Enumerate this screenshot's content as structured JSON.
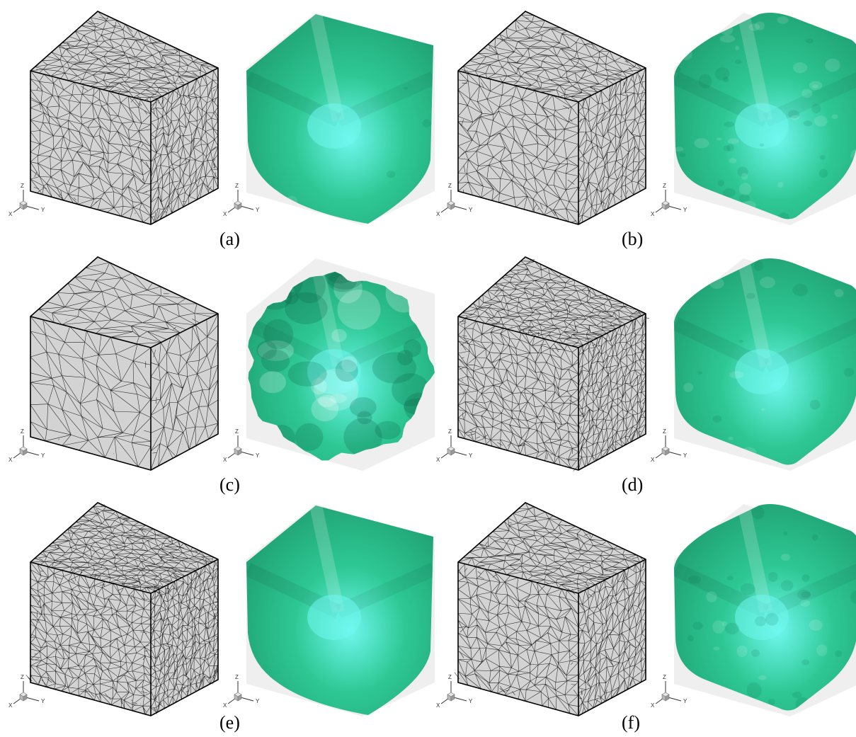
{
  "colors": {
    "mesh_face": "#d3d3d3",
    "mesh_line": "#111111",
    "surface_base": "#2ec894",
    "surface_highlight": "#6ff7ee",
    "surface_shadow": "#1f9f72",
    "backdrop": "#efefef"
  },
  "axis_labels": {
    "x": "X",
    "y": "Y",
    "z": "Z"
  },
  "panels": [
    {
      "caption": "(a)",
      "mesh_density": 0.75,
      "surface": "smooth-concave"
    },
    {
      "caption": "(b)",
      "mesh_density": 0.65,
      "surface": "bumpy"
    },
    {
      "caption": "(c)",
      "mesh_density": 0.3,
      "surface": "irregular"
    },
    {
      "caption": "(d)",
      "mesh_density": 0.9,
      "surface": "smooth-rounded"
    },
    {
      "caption": "(e)",
      "mesh_density": 1.0,
      "surface": "very-smooth-concave"
    },
    {
      "caption": "(f)",
      "mesh_density": 0.7,
      "surface": "bumpy-rounded"
    }
  ]
}
